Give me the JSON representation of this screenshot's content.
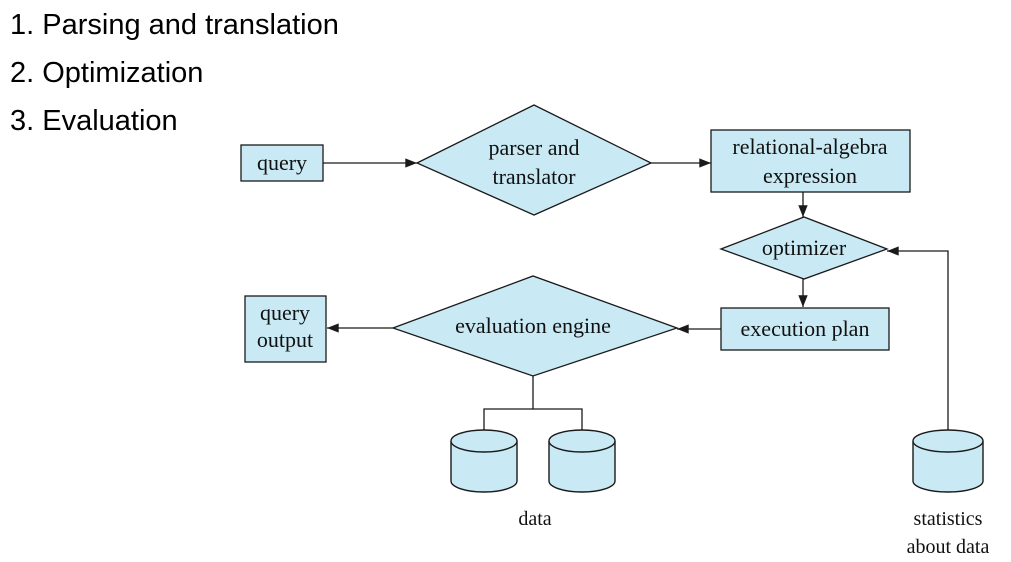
{
  "steps": [
    "1. Parsing and translation",
    "2. Optimization",
    "3. Evaluation"
  ],
  "nodes": {
    "query": "query",
    "parser": [
      "parser and",
      "translator"
    ],
    "relational_algebra": [
      "relational-algebra",
      "expression"
    ],
    "optimizer": "optimizer",
    "execution_plan": "execution plan",
    "evaluation_engine": "evaluation engine",
    "query_output": [
      "query",
      "output"
    ]
  },
  "stores": {
    "data": "data",
    "statistics": [
      "statistics",
      "about data"
    ]
  },
  "colors": {
    "shape_fill": "#c9eaf5",
    "stroke": "#1a1a1a"
  }
}
